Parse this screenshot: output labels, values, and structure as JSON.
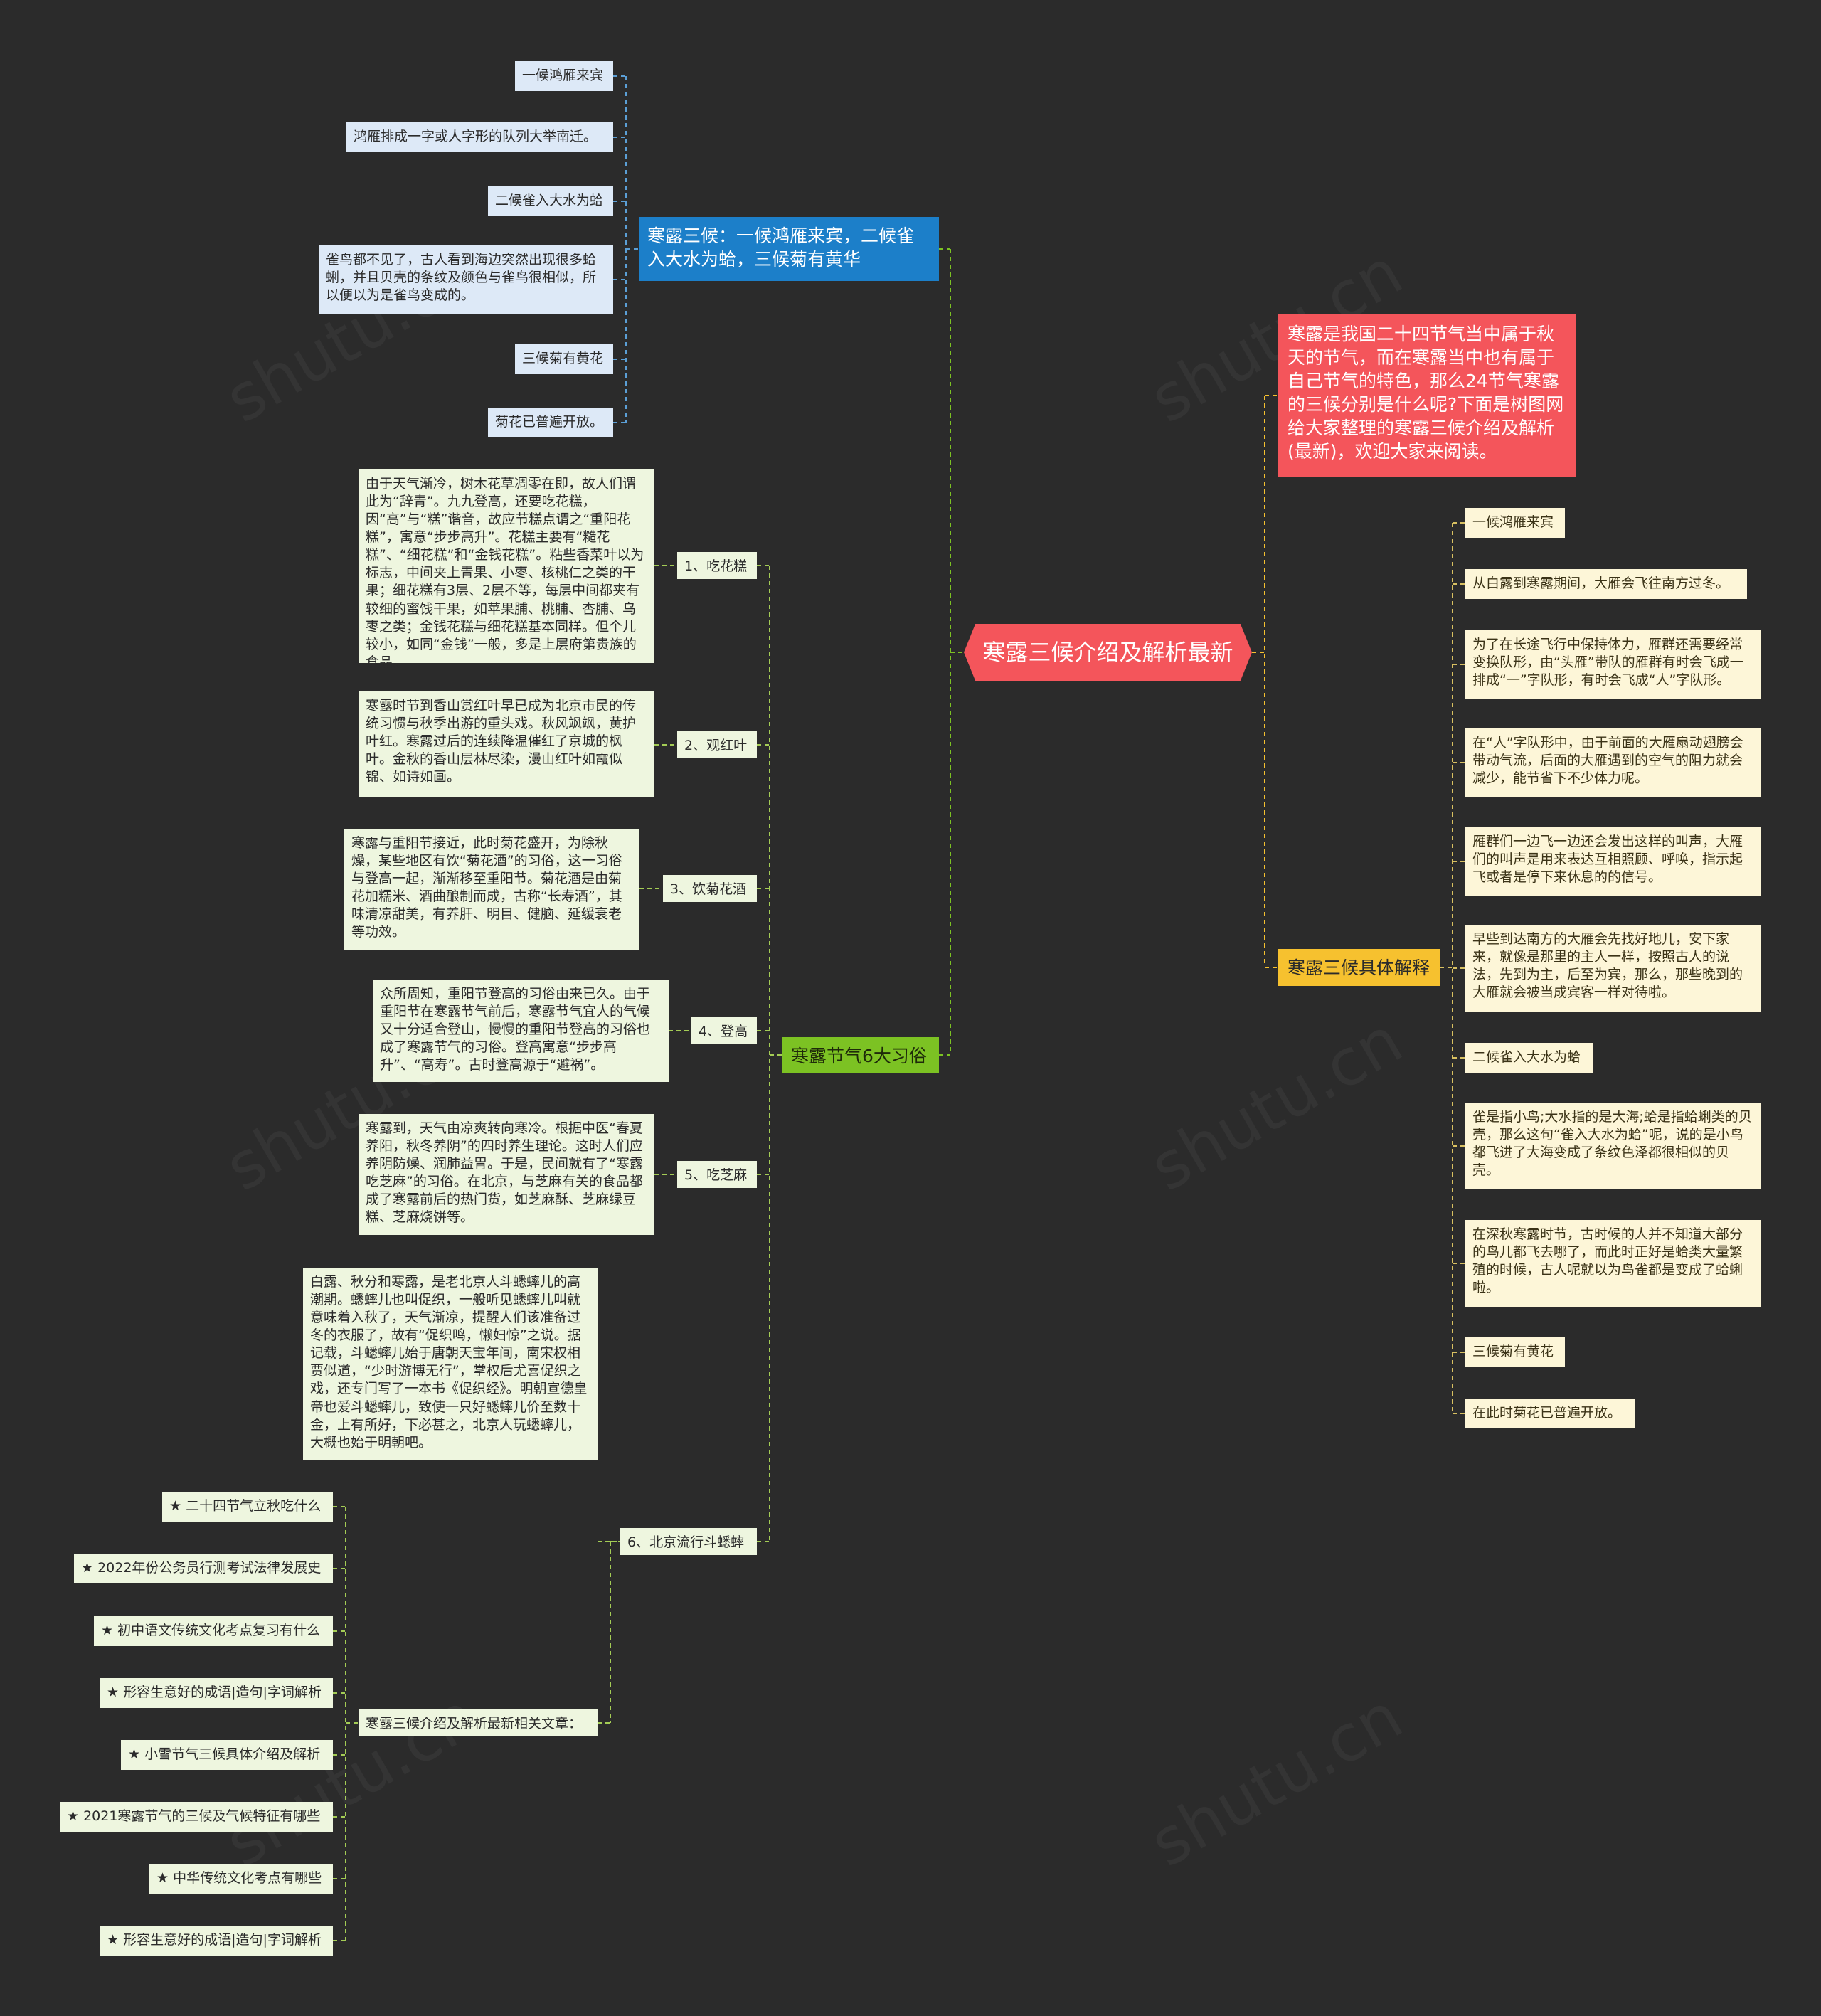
{
  "root": {
    "title": "寒露三候介绍及解析最新"
  },
  "colors": {
    "background": "#2b2b2b",
    "root": "#f4555b",
    "blue": "#1c7fc9",
    "green": "#7cc223",
    "red": "#f4555b",
    "yellow": "#f6c12f"
  },
  "branch_blue": {
    "title": "寒露三候：一候鸿雁来宾，二候雀入大水为蛤，三候菊有黄华",
    "items": [
      "一候鸿雁来宾",
      "鸿雁排成一字或人字形的队列大举南迁。",
      "二候雀入大水为蛤",
      "雀鸟都不见了，古人看到海边突然出现很多蛤蜊，并且贝壳的条纹及颜色与雀鸟很相似，所以便以为是雀鸟变成的。",
      "三候菊有黄花",
      "菊花已普遍开放。"
    ]
  },
  "branch_green": {
    "title": "寒露节气6大习俗",
    "customs": [
      {
        "label": "1、吃花糕",
        "text": "由于天气渐冷，树木花草凋零在即，故人们谓此为“辞青”。九九登高，还要吃花糕，因“高”与“糕”谐音，故应节糕点谓之“重阳花糕”，寓意“步步高升”。花糕主要有“糙花糕”、“细花糕”和“金钱花糕”。粘些香菜叶以为标志，中间夹上青果、小枣、核桃仁之类的干果；细花糕有3层、2层不等，每层中间都夹有较细的蜜饯干果，如苹果脯、桃脯、杏脯、乌枣之类；金钱花糕与细花糕基本同样。但个儿较小，如同“金钱”一般，多是上层府第贵族的食品。"
      },
      {
        "label": "2、观红叶",
        "text": "寒露时节到香山赏红叶早已成为北京市民的传统习惯与秋季出游的重头戏。秋风飒飒，黄护叶红。寒露过后的连续降温催红了京城的枫叶。金秋的香山层林尽染，漫山红叶如霞似锦、如诗如画。"
      },
      {
        "label": "3、饮菊花酒",
        "text": "寒露与重阳节接近，此时菊花盛开，为除秋燥，某些地区有饮“菊花酒”的习俗，这一习俗与登高一起，渐渐移至重阳节。菊花酒是由菊花加糯米、酒曲酿制而成，古称“长寿酒”，其味清凉甜美，有养肝、明目、健脑、延缓衰老等功效。"
      },
      {
        "label": "4、登高",
        "text": "众所周知，重阳节登高的习俗由来已久。由于重阳节在寒露节气前后，寒露节气宜人的气候又十分适合登山，慢慢的重阳节登高的习俗也成了寒露节气的习俗。登高寓意“步步高升”、“高寿”。古时登高源于“避祸”。"
      },
      {
        "label": "5、吃芝麻",
        "text": "寒露到，天气由凉爽转向寒冷。根据中医“春夏养阳，秋冬养阴”的四时养生理论。这时人们应养阴防燥、润肺益胃。于是，民间就有了“寒露吃芝麻”的习俗。在北京，与芝麻有关的食品都成了寒露前后的热门货，如芝麻酥、芝麻绿豆糕、芝麻烧饼等。"
      },
      {
        "label": "6、北京流行斗蟋蟀",
        "text": "白露、秋分和寒露，是老北京人斗蟋蟀儿的高潮期。蟋蟀儿也叫促织，一般听见蟋蟀儿叫就意味着入秋了，天气渐凉，提醒人们该准备过冬的衣服了，故有“促织鸣，懒妇惊”之说。据记载，斗蟋蟀儿始于唐朝天宝年间，南宋权相贾似道，“少时游博无行”，掌权后尤喜促织之戏，还专门写了一本书《促织经》。明朝宣德皇帝也爱斗蟋蟀儿，致使一只好蟋蟀儿价至数十金，上有所好，下必甚之，北京人玩蟋蟀儿，大概也始于明朝吧。"
      }
    ],
    "related_title": "寒露三候介绍及解析最新相关文章：",
    "related": [
      "★ 二十四节气立秋吃什么",
      "★ 2022年份公务员行测考试法律发展史",
      "★ 初中语文传统文化考点复习有什么",
      "★ 形容生意好的成语|造句|字词解析",
      "★ 小雪节气三候具体介绍及解析",
      "★ 2021寒露节气的三候及气候特征有哪些",
      "★ 中华传统文化考点有哪些",
      "★ 形容生意好的成语|造句|字词解析"
    ]
  },
  "branch_red": {
    "text": "寒露是我国二十四节气当中属于秋天的节气，而在寒露当中也有属于自己节气的特色，那么24节气寒露的三候分别是什么呢?下面是树图网给大家整理的寒露三候介绍及解析(最新)，欢迎大家来阅读。"
  },
  "branch_yellow": {
    "title": "寒露三候具体解释",
    "items": [
      "一候鸿雁来宾",
      "从白露到寒露期间，大雁会飞往南方过冬。",
      "为了在长途飞行中保持体力，雁群还需要经常变换队形，由“头雁”带队的雁群有时会飞成一排成“一”字队形，有时会飞成“人”字队形。",
      "在“人”字队形中，由于前面的大雁扇动翅膀会带动气流，后面的大雁遇到的空气的阻力就会减少，能节省下不少体力呢。",
      "雁群们一边飞一边还会发出这样的叫声，大雁们的叫声是用来表达互相照顾、呼唤，指示起飞或者是停下来休息的的信号。",
      "早些到达南方的大雁会先找好地儿，安下家来，就像是那里的主人一样，按照古人的说法，先到为主，后至为宾，那么，那些晚到的大雁就会被当成宾客一样对待啦。",
      "二候雀入大水为蛤",
      "雀是指小鸟;大水指的是大海;蛤是指蛤蜊类的贝壳，那么这句“雀入大水为蛤”呢，说的是小鸟都飞进了大海变成了条纹色泽都很相似的贝壳。",
      "在深秋寒露时节，古时候的人并不知道大部分的鸟儿都飞去哪了，而此时正好是蛤类大量繁殖的时候，古人呢就以为鸟雀都是变成了蛤蜊啦。",
      "三候菊有黄花",
      "在此时菊花已普遍开放。"
    ]
  },
  "watermark": "shutu.cn"
}
